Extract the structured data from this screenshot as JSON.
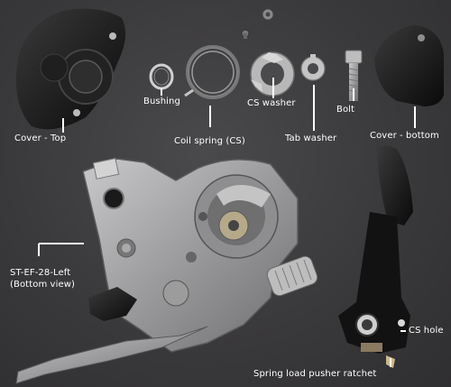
{
  "labels": {
    "cover_top": "Cover - Top",
    "bushing": "Bushing",
    "coil_spring": "Coil spring (CS)",
    "cs_washer": "CS washer",
    "tab_washer": "Tab washer",
    "bolt": "Bolt",
    "cover_bottom": "Cover - bottom",
    "shifter_line1": "ST-EF-28-Left",
    "shifter_line2": "(Bottom view)",
    "cs_hole": "CS hole",
    "pusher_ratchet": "Spring load pusher ratchet"
  },
  "colors": {
    "label_text": "#ffffff",
    "leader_line": "#ffffff",
    "background": "#3b3a3c",
    "metal": "#a8a8aa",
    "black_plastic": "#151515"
  }
}
